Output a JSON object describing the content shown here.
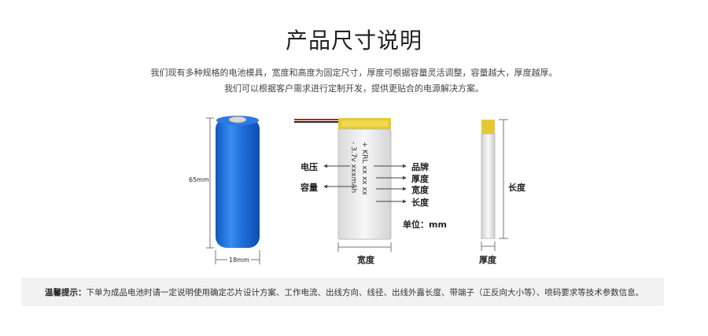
{
  "title": "产品尺寸说明",
  "intro": {
    "line1": "我们现有多种规格的电池模具，宽度和高度为固定尺寸，厚度可根据容量灵活调整，容量越大，厚度越厚。",
    "line2": "我们可以根据客户需求进行定制开发，提供更贴合的电源解决方案。"
  },
  "cylinder": {
    "height_label": "65mm",
    "width_label": "18mm",
    "body_color": "#1e6fd9"
  },
  "pouch": {
    "print_lines": [
      "+ KRL  xx xx xx",
      "- 3.7v  xxxmAh"
    ],
    "label_voltage": "电压",
    "label_capacity": "容量",
    "label_brand": "品牌",
    "label_thickness": "厚度",
    "label_width": "宽度",
    "label_length": "长度",
    "unit": "单位：mm",
    "bottom_width": "宽度",
    "tab_color": "#e8c832"
  },
  "side": {
    "length_label": "长度",
    "thickness_label": "厚度"
  },
  "tip": {
    "prefix": "温馨提示：",
    "text": "下单为成品电池时请一定说明使用确定芯片设计方案、工作电流、出线方向、线径、出线外露长度、带端子（正反向大小等）、喷码要求等技术参数信息。"
  }
}
